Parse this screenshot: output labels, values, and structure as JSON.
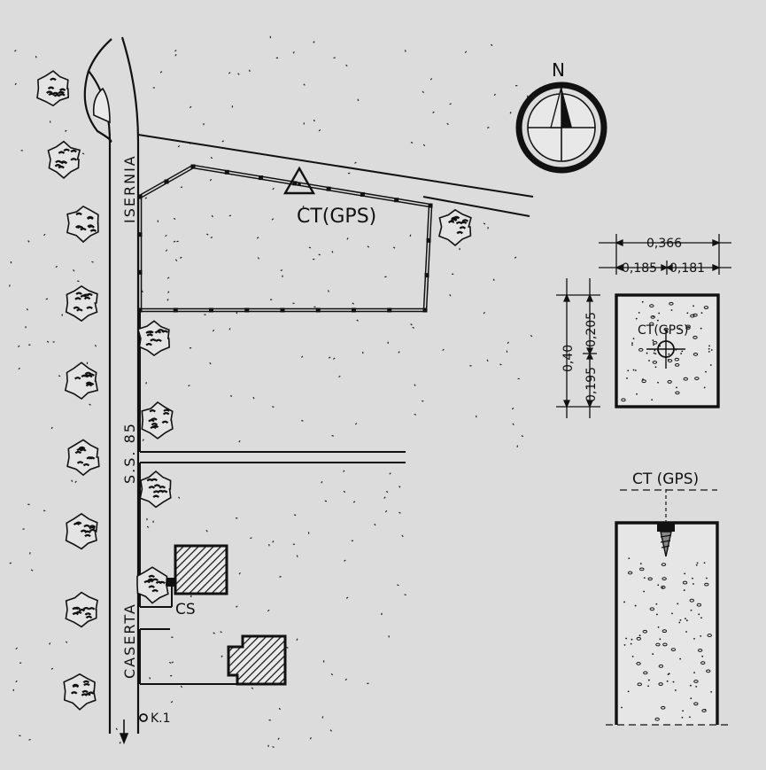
{
  "map": {
    "north_label": "N",
    "road_label_top": "ISERNIA",
    "road_label_mid": "S.S. 85",
    "road_label_bottom": "CASERTA",
    "point_label": "CT(GPS)",
    "building_label": "CS",
    "benchmark_label": "K.1"
  },
  "plan_detail": {
    "label": "CT(GPS)",
    "width_total": "0,366",
    "width_left": "0,185",
    "width_right": "0,181",
    "height_total": "0,40",
    "height_top": "0,205",
    "height_bottom": "0,195"
  },
  "section_detail": {
    "label": "CT (GPS)"
  },
  "colors": {
    "background": "#dcdcdc",
    "ink": "#111111"
  }
}
